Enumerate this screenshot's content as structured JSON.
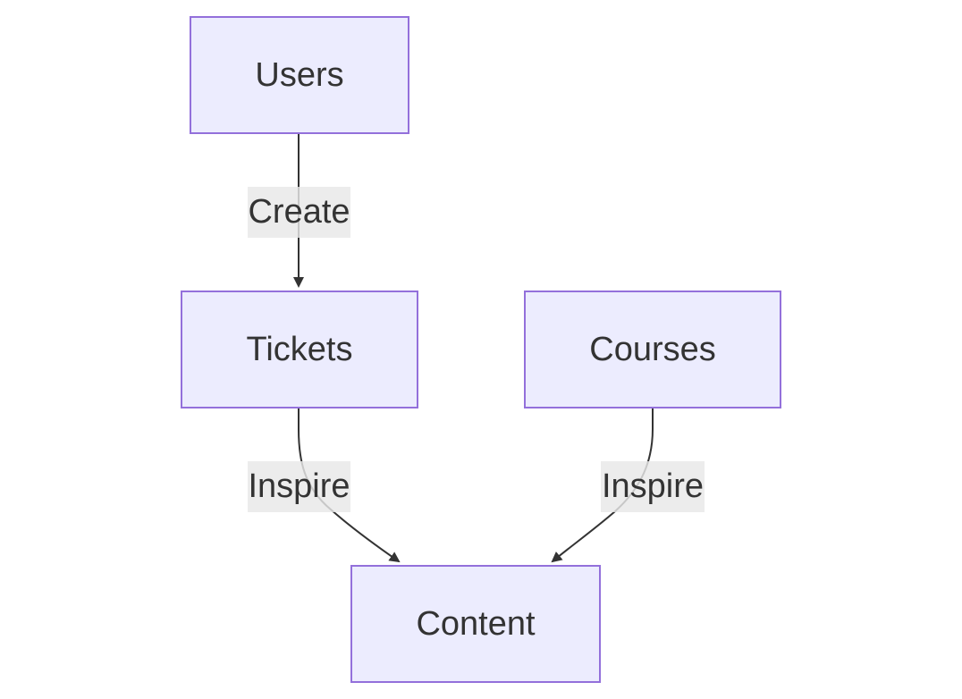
{
  "diagram": {
    "nodes": {
      "users": "Users",
      "tickets": "Tickets",
      "courses": "Courses",
      "content": "Content"
    },
    "edges": [
      {
        "from": "users",
        "to": "tickets",
        "label": "Create"
      },
      {
        "from": "tickets",
        "to": "content",
        "label": "Inspire"
      },
      {
        "from": "courses",
        "to": "content",
        "label": "Inspire"
      }
    ],
    "colors": {
      "node_fill": "#ececfe",
      "node_stroke": "#9370db",
      "text": "#333333",
      "edge": "#333333",
      "label_bg": "#e8e8e8"
    }
  }
}
